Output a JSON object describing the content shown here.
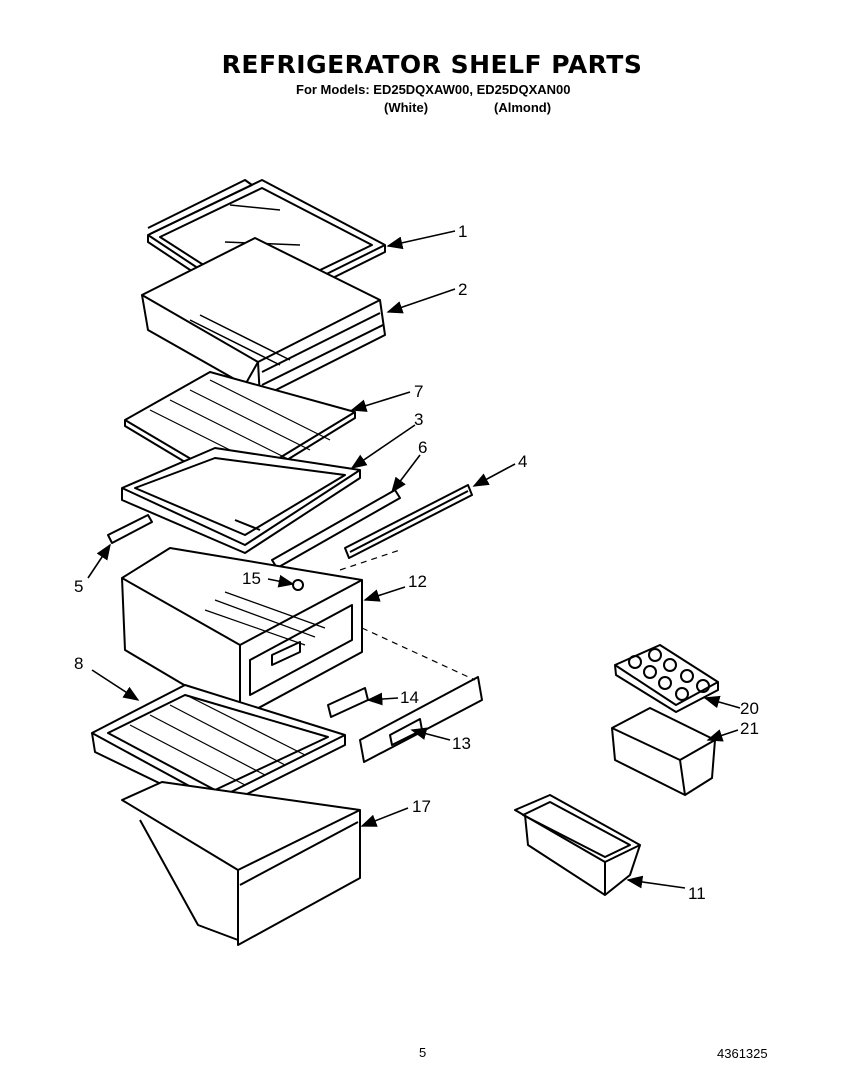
{
  "header": {
    "title": "REFRIGERATOR SHELF PARTS",
    "models_line": "For Models: ED25DQXAW00, ED25DQXAN00",
    "variant_white": "(White)",
    "variant_almond": "(Almond)"
  },
  "callouts": {
    "c1": "1",
    "c2": "2",
    "c3": "3",
    "c4": "4",
    "c5": "5",
    "c6": "6",
    "c7": "7",
    "c8": "8",
    "c11": "11",
    "c12": "12",
    "c13": "13",
    "c14": "14",
    "c15": "15",
    "c17": "17",
    "c20": "20",
    "c21": "21"
  },
  "footer": {
    "page_number": "5",
    "document_number": "4361325"
  }
}
